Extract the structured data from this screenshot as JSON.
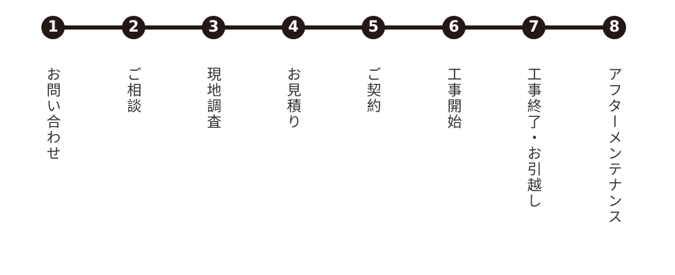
{
  "accent_color": "#231815",
  "steps": [
    {
      "number": "1",
      "label": "お問い合わせ"
    },
    {
      "number": "2",
      "label": "ご相談"
    },
    {
      "number": "3",
      "label": "現地調査"
    },
    {
      "number": "4",
      "label": "お見積り"
    },
    {
      "number": "5",
      "label": "ご契約"
    },
    {
      "number": "6",
      "label": "工事開始"
    },
    {
      "number": "7",
      "label": "工事終了・お引越し"
    },
    {
      "number": "8",
      "label": "アフターメンテナンス"
    }
  ]
}
